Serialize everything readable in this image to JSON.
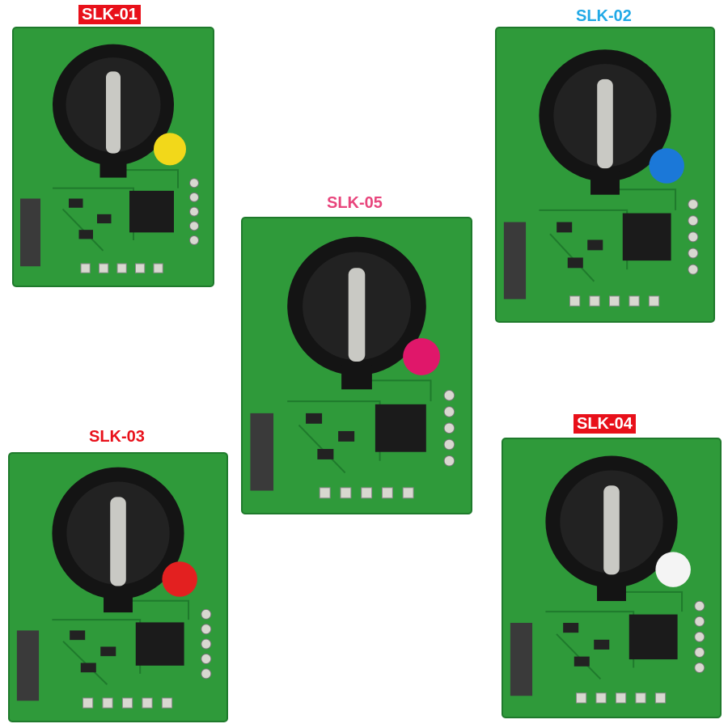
{
  "modules": [
    {
      "id": "slk-01",
      "label": "SLK-01",
      "label_color": "#ffffff",
      "label_bg": "#e8101a",
      "dot_color": "#f2d81a"
    },
    {
      "id": "slk-02",
      "label": "SLK-02",
      "label_color": "#21a9e6",
      "label_bg": "transparent",
      "dot_color": "#1b78d8"
    },
    {
      "id": "slk-05",
      "label": "SLK-05",
      "label_color": "#e8457c",
      "label_bg": "transparent",
      "dot_color": "#e0176a"
    },
    {
      "id": "slk-03",
      "label": "SLK-03",
      "label_color": "#e8101a",
      "label_bg": "transparent",
      "dot_color": "#e32020"
    },
    {
      "id": "slk-04",
      "label": "SLK-04",
      "label_color": "#ffffff",
      "label_bg": "#e8101a",
      "dot_color": "#f4f4f4"
    }
  ],
  "colors": {
    "pcb": "#2f9a3a",
    "pcb_dark": "#1f7a2c",
    "chip": "#1b1b1b",
    "holder": "#141414",
    "silver": "#c9c9c4",
    "pad": "#d8d8d0"
  }
}
